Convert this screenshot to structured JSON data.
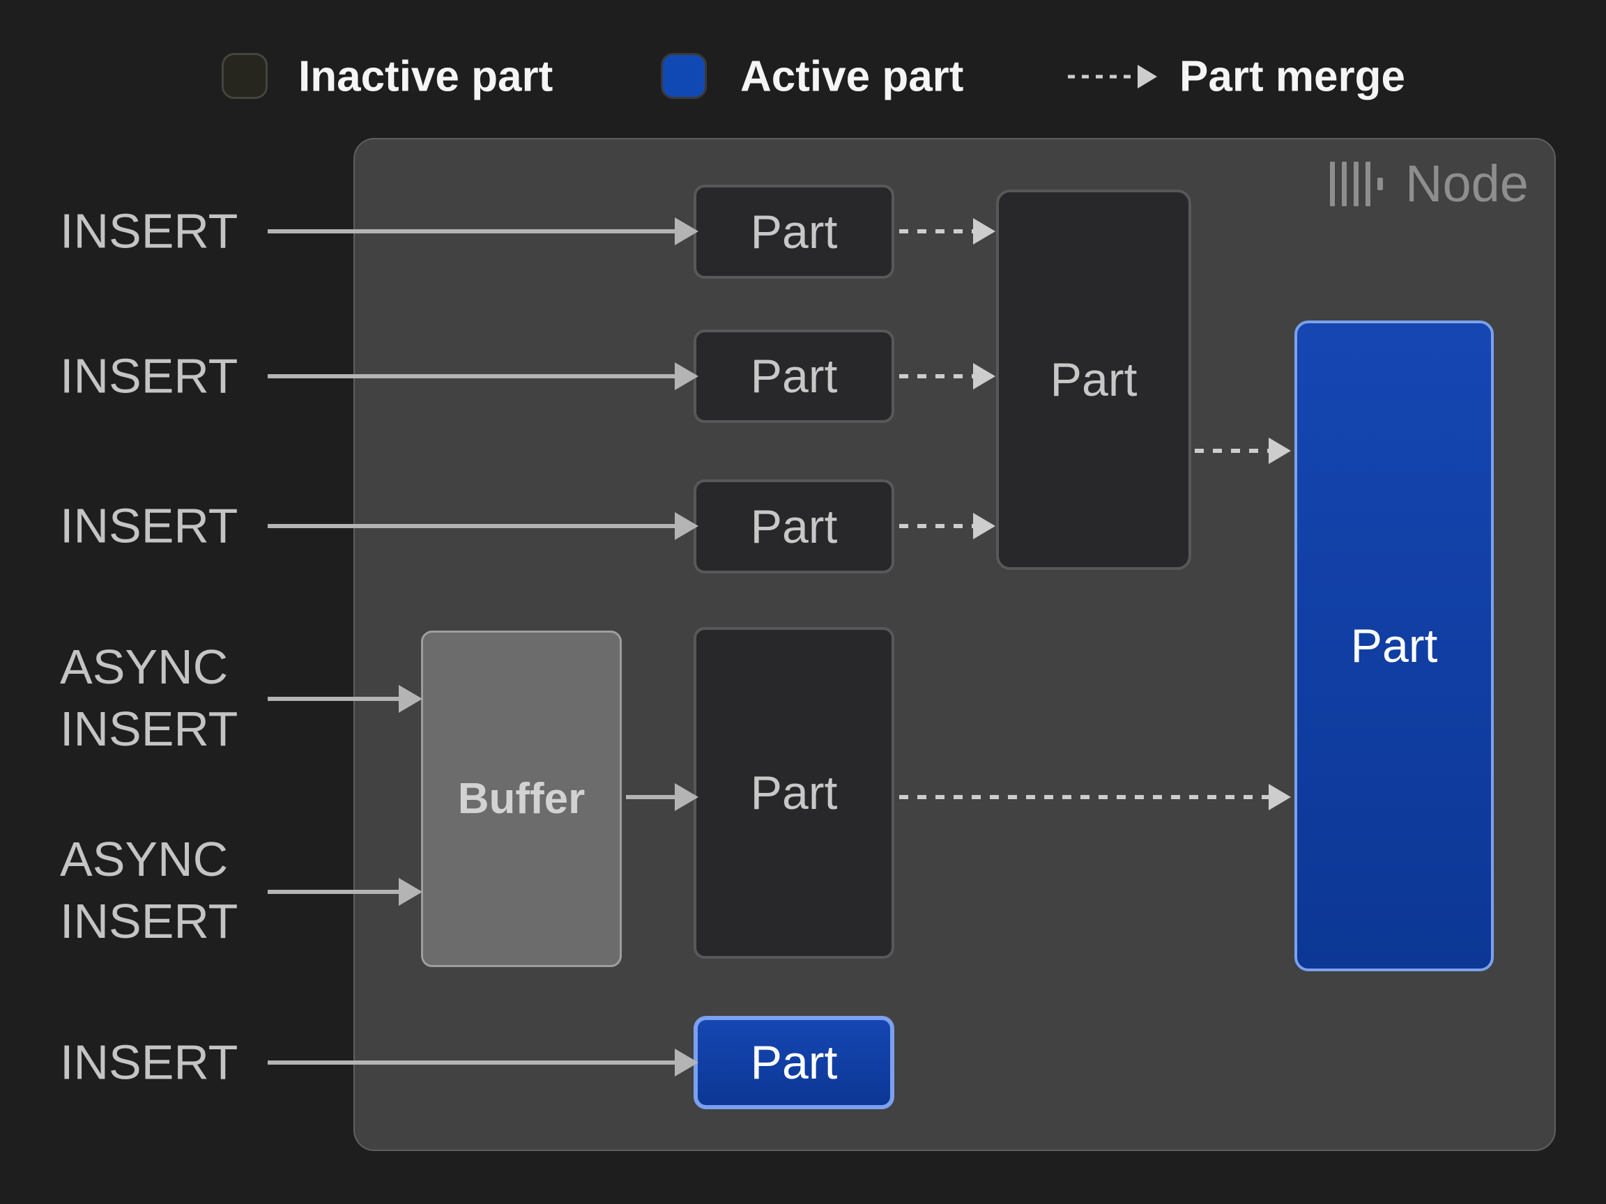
{
  "legend": {
    "inactive": {
      "label": "Inactive part",
      "swatch_color": "#26261f"
    },
    "active": {
      "label": "Active part",
      "swatch_color": "#1149b4"
    },
    "merge": {
      "label": "Part merge"
    }
  },
  "node": {
    "title": "Node",
    "logo": "clickhouse-logo"
  },
  "inputs": [
    {
      "id": "insert-1",
      "label": "INSERT"
    },
    {
      "id": "insert-2",
      "label": "INSERT"
    },
    {
      "id": "insert-3",
      "label": "INSERT"
    },
    {
      "id": "async-insert-1",
      "label": "ASYNC\nINSERT"
    },
    {
      "id": "async-insert-2",
      "label": "ASYNC\nINSERT"
    },
    {
      "id": "insert-4",
      "label": "INSERT"
    }
  ],
  "boxes": {
    "top_parts": [
      {
        "label": "Part",
        "state": "inactive"
      },
      {
        "label": "Part",
        "state": "inactive"
      },
      {
        "label": "Part",
        "state": "inactive"
      }
    ],
    "merge_target": {
      "label": "Part",
      "state": "inactive"
    },
    "buffer": {
      "label": "Buffer"
    },
    "buffered_part": {
      "label": "Part",
      "state": "inactive"
    },
    "active_part_main": {
      "label": "Part",
      "state": "active"
    },
    "active_part_bottom": {
      "label": "Part",
      "state": "active"
    }
  },
  "colors": {
    "background": "#1e1e1f",
    "node-bg": "#424242",
    "node-border": "#5f5f5f",
    "node-title": "#8e8e8e",
    "part-bg": "#28282a",
    "part-border": "#58585a",
    "part-text": "#c7c7c7",
    "buffer-bg": "#6c6c6c",
    "buffer-border": "#9e9e9e",
    "buffer-text": "#d2d2d2",
    "active-top": "#1546b2",
    "active-bottom": "#0c3795",
    "active-border": "#7ba1ee",
    "active-text": "#ffffff",
    "insert-text": "#c4c4c4",
    "legend-text": "#f5f5f5",
    "arrow-solid": "#b4b4b4",
    "arrow-dashed": "#cdcdcd",
    "inactive-swatch-bg": "#26261f",
    "inactive-swatch-border": "#45453e",
    "active-swatch-bg": "#1149b4"
  }
}
